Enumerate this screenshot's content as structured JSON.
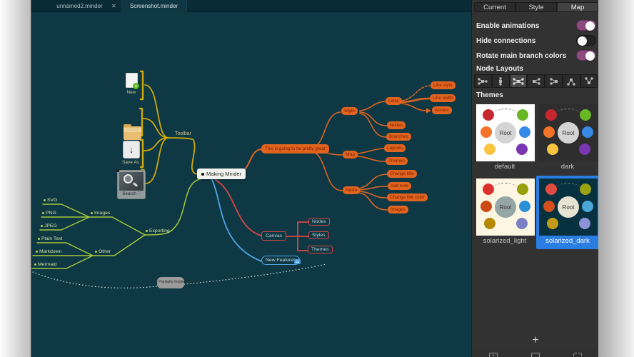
{
  "window": {
    "tab_bar": {
      "tabs": [
        {
          "label": "unnamed2.minder"
        },
        {
          "label": "Screenshot.minder"
        }
      ],
      "close_glyph": "✕"
    }
  },
  "sidebar": {
    "view_tabs": [
      {
        "label": "Current"
      },
      {
        "label": "Style"
      },
      {
        "label": "Map"
      }
    ],
    "active_view_tab": "Map",
    "toggles": [
      {
        "label": "Enable animations",
        "state": "on"
      },
      {
        "label": "Hide connections",
        "state": "off"
      },
      {
        "label": "Rotate main branch colors",
        "state": "on"
      }
    ],
    "node_layouts_label": "Node Layouts",
    "node_layouts_selected_index": 2,
    "themes": {
      "label": "Themes",
      "root_label": "Root",
      "items": [
        {
          "name": "default",
          "selected": false
        },
        {
          "name": "dark",
          "selected": false
        },
        {
          "name": "solarized_light",
          "selected": false
        },
        {
          "name": "solarized_dark",
          "selected": true
        }
      ]
    },
    "add_button_label": "+"
  },
  "map": {
    "root_label": "Making Minder",
    "toolbar": {
      "label": "Toolbar",
      "items": [
        "New",
        "Open",
        "Save As",
        "Search"
      ]
    },
    "exporting": {
      "label": "Exporting",
      "images": {
        "label": "Images",
        "items": [
          "SVG",
          "PNG",
          "JPEG"
        ]
      },
      "other": {
        "label": "Other",
        "items": [
          "Plain Text",
          "Markdown",
          "Mermaid"
        ]
      }
    },
    "great": {
      "label": "This is going to be pretty great",
      "style": {
        "label": "Style",
        "links": {
          "label": "Links",
          "items": [
            "Line style",
            "Line width",
            "Arrows"
          ]
        },
        "items": [
          "Nodes",
          "Branches"
        ]
      },
      "mapn": {
        "label": "Map",
        "items": [
          "Layouts",
          "Themes"
        ]
      },
      "node": {
        "label": "Node",
        "items": [
          "Change title",
          "Add note",
          "Change link color",
          "Images"
        ]
      }
    },
    "canvas": {
      "label": "Canvas",
      "items": [
        "Nodes",
        "Styles",
        "Themes"
      ]
    },
    "new_features": {
      "label": "New Features"
    },
    "connection_title": "Partially implemented"
  },
  "colors": {
    "canvas_bg": "#0d3844",
    "tab_bar_bg": "#092b36",
    "sidebar_bg": "#323232",
    "selection_blue": "#2a7de1",
    "toggle_on_purple": "#8c4a80",
    "branch_yellow": "#d1a80c",
    "branch_green": "#a6c93a",
    "branch_orange": "#e0641f",
    "branch_red": "#d84545",
    "branch_blue": "#54a4e8"
  }
}
